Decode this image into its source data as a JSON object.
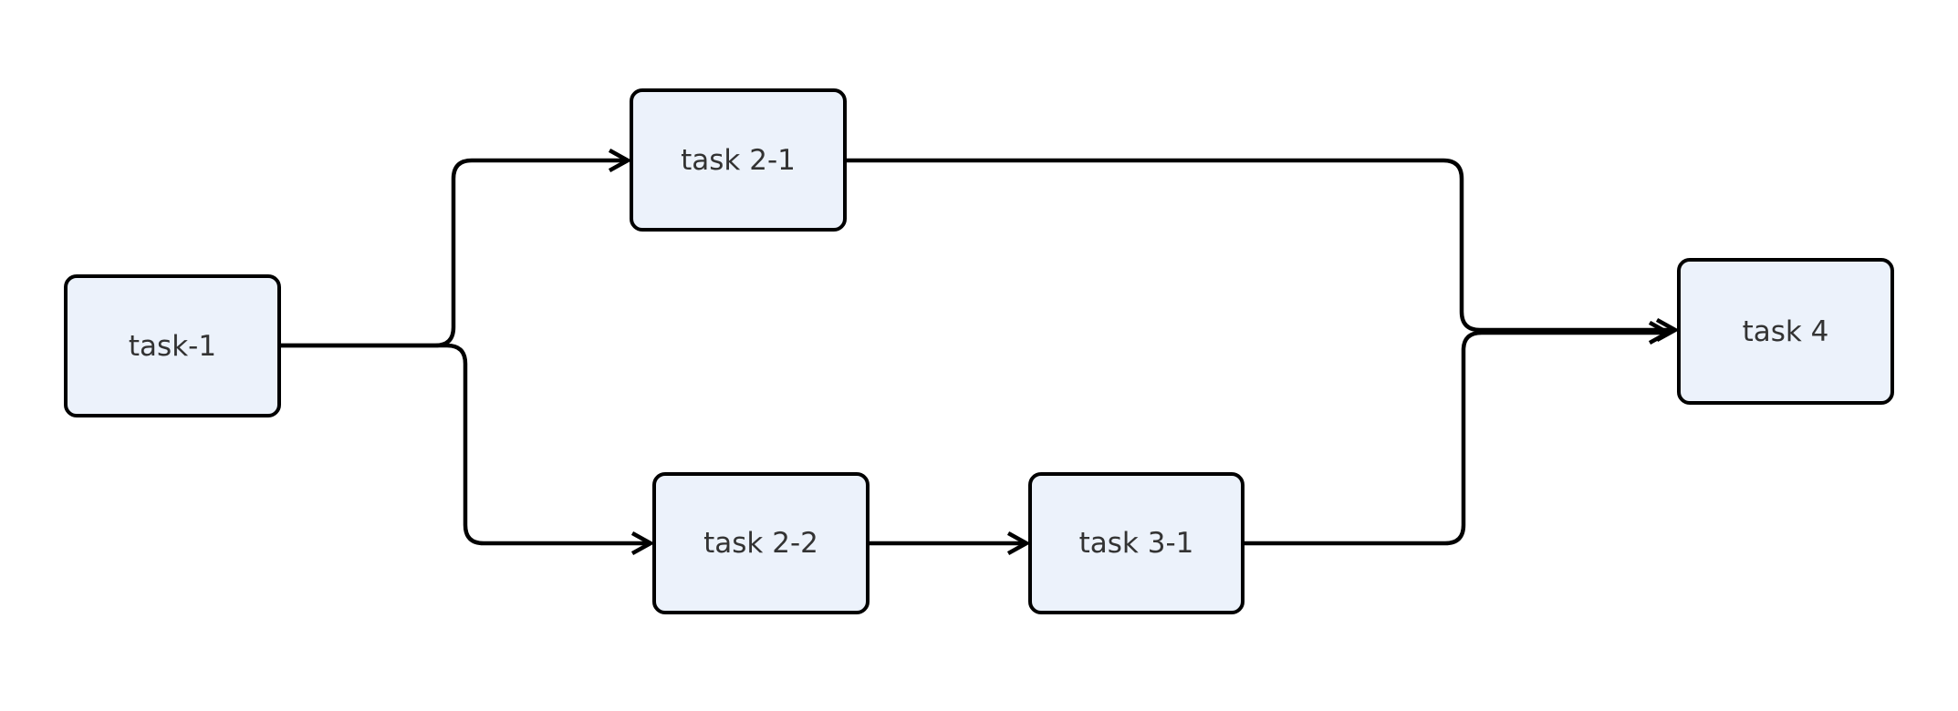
{
  "diagram": {
    "type": "flowchart",
    "direction": "left-to-right",
    "colors": {
      "background": "#ffffff",
      "node_fill": "#ecf2fb",
      "node_border": "#000000",
      "edge_stroke": "#000000",
      "label_text": "#333333"
    },
    "nodes": [
      {
        "id": "task-1",
        "label": "task-1"
      },
      {
        "id": "task-2-1",
        "label": "task 2-1"
      },
      {
        "id": "task-2-2",
        "label": "task 2-2"
      },
      {
        "id": "task-3-1",
        "label": "task 3-1"
      },
      {
        "id": "task-4",
        "label": "task 4"
      }
    ],
    "edges": [
      {
        "from": "task-1",
        "to": "task 2-1",
        "arrow": "chevron"
      },
      {
        "from": "task-1",
        "to": "task 2-2",
        "arrow": "chevron"
      },
      {
        "from": "task 2-1",
        "to": "task 4",
        "arrow": "chevron"
      },
      {
        "from": "task 2-2",
        "to": "task 3-1",
        "arrow": "chevron"
      },
      {
        "from": "task 3-1",
        "to": "task 4",
        "arrow": "chevron"
      }
    ]
  }
}
